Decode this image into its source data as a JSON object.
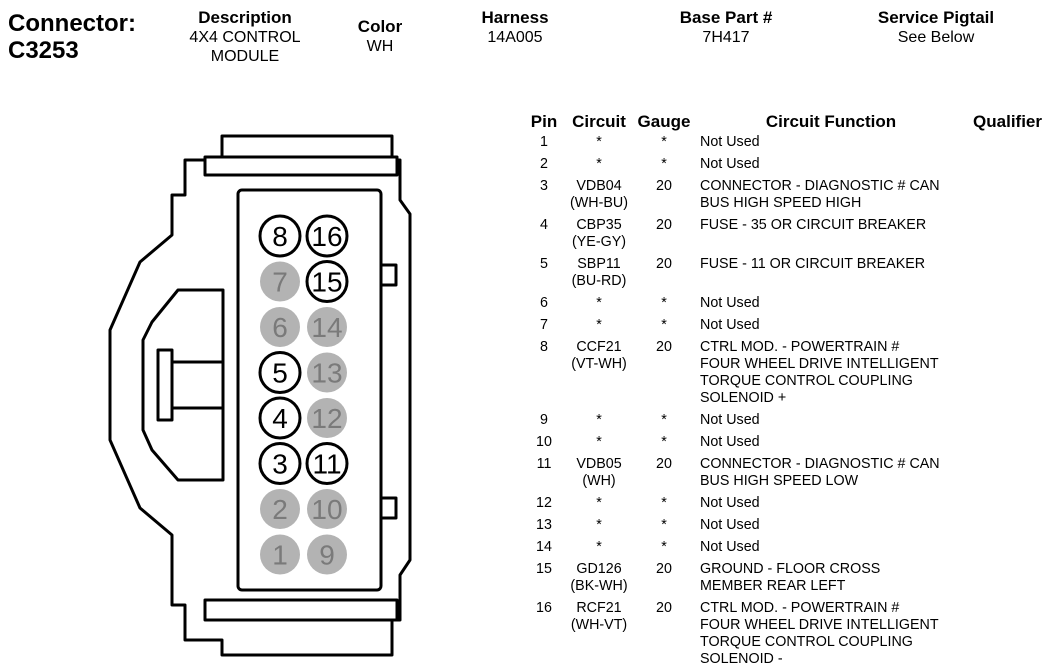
{
  "connector": {
    "label": "Connector:",
    "id": "C3253"
  },
  "header": {
    "description": {
      "label": "Description",
      "value": "4X4 CONTROL\nMODULE"
    },
    "color": {
      "label": "Color",
      "value": "WH"
    },
    "harness": {
      "label": "Harness",
      "value": "14A005"
    },
    "base_part": {
      "label": "Base Part #",
      "value": "7H417"
    },
    "service_pigtail": {
      "label": "Service Pigtail",
      "value": "See Below"
    }
  },
  "table": {
    "headers": {
      "pin": "Pin",
      "circuit": "Circuit",
      "gauge": "Gauge",
      "function": "Circuit Function",
      "qualifier": "Qualifier"
    },
    "rows": [
      {
        "pin": "1",
        "circuit": "*",
        "gauge": "*",
        "function": "Not Used"
      },
      {
        "pin": "2",
        "circuit": "*",
        "gauge": "*",
        "function": "Not Used"
      },
      {
        "pin": "3",
        "circuit": "VDB04\n(WH-BU)",
        "gauge": "20",
        "function": "CONNECTOR - DIAGNOSTIC # CAN\nBUS HIGH SPEED HIGH"
      },
      {
        "pin": "4",
        "circuit": "CBP35\n(YE-GY)",
        "gauge": "20",
        "function": "FUSE - 35 OR CIRCUIT BREAKER"
      },
      {
        "pin": "5",
        "circuit": "SBP11\n(BU-RD)",
        "gauge": "20",
        "function": "FUSE - 11 OR CIRCUIT BREAKER"
      },
      {
        "pin": "6",
        "circuit": "*",
        "gauge": "*",
        "function": "Not Used"
      },
      {
        "pin": "7",
        "circuit": "*",
        "gauge": "*",
        "function": "Not Used"
      },
      {
        "pin": "8",
        "circuit": "CCF21\n(VT-WH)",
        "gauge": "20",
        "function": "CTRL MOD. - POWERTRAIN #\nFOUR WHEEL DRIVE INTELLIGENT\nTORQUE CONTROL COUPLING\nSOLENOID +"
      },
      {
        "pin": "9",
        "circuit": "*",
        "gauge": "*",
        "function": "Not Used"
      },
      {
        "pin": "10",
        "circuit": "*",
        "gauge": "*",
        "function": "Not Used"
      },
      {
        "pin": "11",
        "circuit": "VDB05\n(WH)",
        "gauge": "20",
        "function": "CONNECTOR - DIAGNOSTIC # CAN\nBUS HIGH SPEED LOW"
      },
      {
        "pin": "12",
        "circuit": "*",
        "gauge": "*",
        "function": "Not Used"
      },
      {
        "pin": "13",
        "circuit": "*",
        "gauge": "*",
        "function": "Not Used"
      },
      {
        "pin": "14",
        "circuit": "*",
        "gauge": "*",
        "function": "Not Used"
      },
      {
        "pin": "15",
        "circuit": "GD126\n(BK-WH)",
        "gauge": "20",
        "function": "GROUND - FLOOR CROSS\nMEMBER REAR LEFT"
      },
      {
        "pin": "16",
        "circuit": "RCF21\n(WH-VT)",
        "gauge": "20",
        "function": "CTRL MOD. - POWERTRAIN #\nFOUR WHEEL DRIVE INTELLIGENT\nTORQUE CONTROL COUPLING\nSOLENOID -"
      }
    ]
  },
  "diagram": {
    "colors": {
      "used": "#ffffff",
      "unused": "#b3b3b3",
      "unused_text": "#7a7a7a",
      "stroke": "#000000"
    },
    "pins_left": [
      "8",
      "7",
      "6",
      "5",
      "4",
      "3",
      "2",
      "1"
    ],
    "pins_right": [
      "16",
      "15",
      "14",
      "13",
      "12",
      "11",
      "10",
      "9"
    ],
    "used_pins": [
      "3",
      "4",
      "5",
      "8",
      "11",
      "15",
      "16"
    ]
  }
}
